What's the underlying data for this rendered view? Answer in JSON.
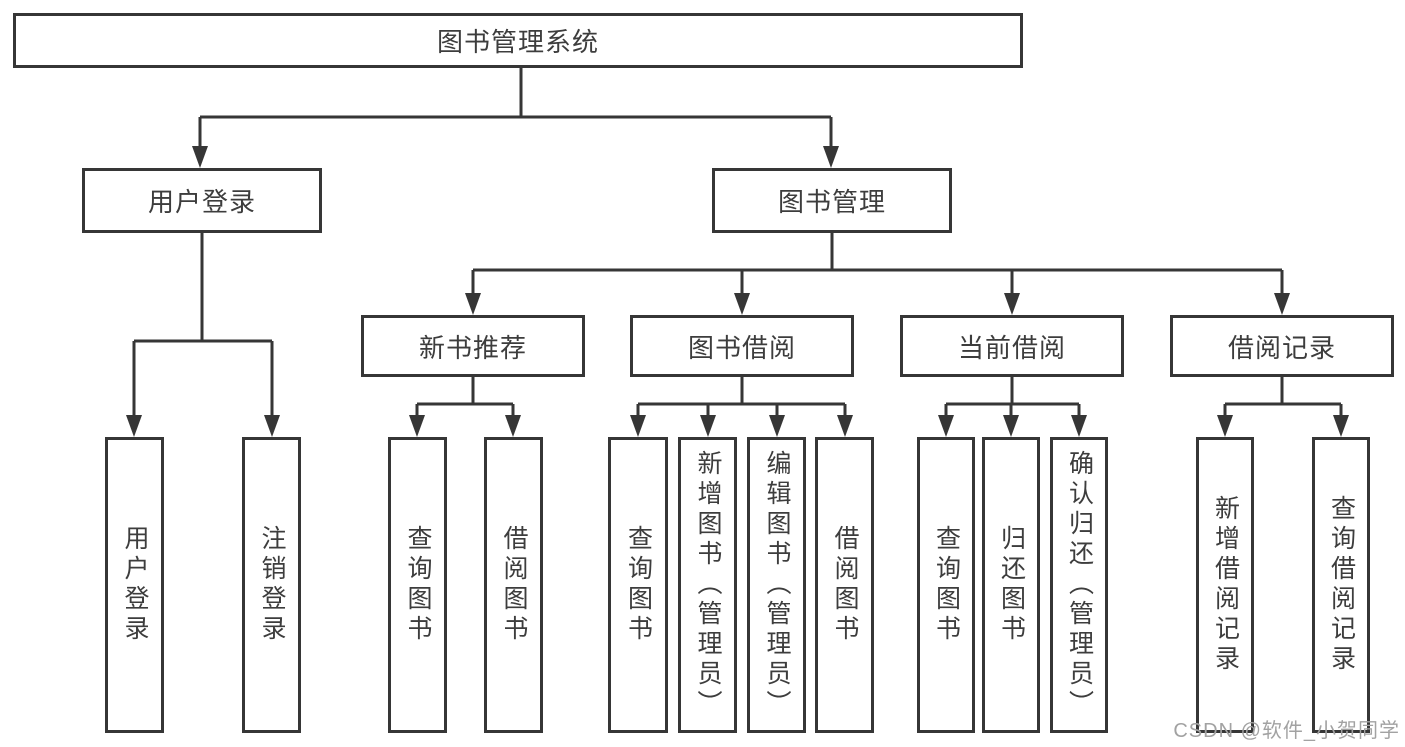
{
  "tree": {
    "root": {
      "label": "图书管理系统"
    },
    "level2": [
      {
        "label": "用户登录"
      },
      {
        "label": "图书管理"
      }
    ],
    "level3": [
      {
        "label": "新书推荐",
        "parent": "图书管理"
      },
      {
        "label": "图书借阅",
        "parent": "图书管理"
      },
      {
        "label": "当前借阅",
        "parent": "图书管理"
      },
      {
        "label": "借阅记录",
        "parent": "图书管理"
      }
    ],
    "leaves": [
      {
        "label": "用户登录",
        "parent": "用户登录"
      },
      {
        "label": "注销登录",
        "parent": "用户登录"
      },
      {
        "label": "查询图书",
        "parent": "新书推荐"
      },
      {
        "label": "借阅图书",
        "parent": "新书推荐"
      },
      {
        "label": "查询图书",
        "parent": "图书借阅"
      },
      {
        "label": "新增图书（管理员）",
        "parent": "图书借阅"
      },
      {
        "label": "编辑图书（管理员）",
        "parent": "图书借阅"
      },
      {
        "label": "借阅图书",
        "parent": "图书借阅"
      },
      {
        "label": "查询图书",
        "parent": "当前借阅"
      },
      {
        "label": "归还图书",
        "parent": "当前借阅"
      },
      {
        "label": "确认归还（管理员）",
        "parent": "当前借阅"
      },
      {
        "label": "新增借阅记录",
        "parent": "借阅记录"
      },
      {
        "label": "查询借阅记录",
        "parent": "借阅记录"
      }
    ]
  },
  "watermark": {
    "text": "CSDN @软件_小贺同学"
  },
  "colors": {
    "line": "#363636",
    "text": "#3d3d3d",
    "box_background": "#ffffff",
    "page_background": "#ffffff",
    "watermark": "#a2a2a2"
  }
}
